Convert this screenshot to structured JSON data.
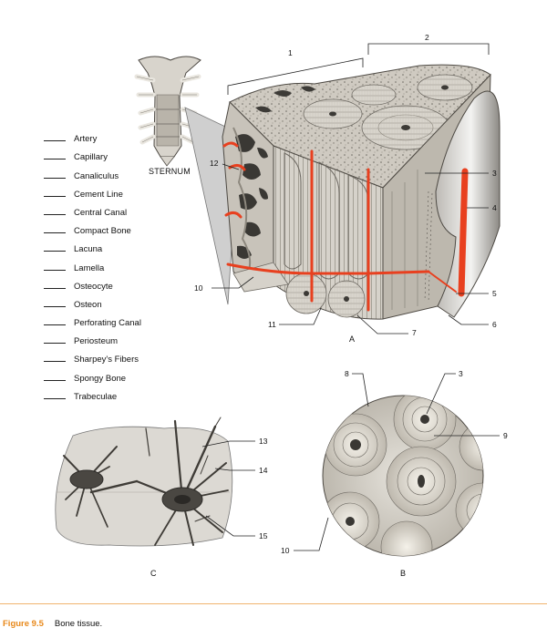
{
  "terms": [
    "Artery",
    "Capillary",
    "Canaliculus",
    "Cement Line",
    "Central Canal",
    "Compact Bone",
    "Lacuna",
    "Lamella",
    "Osteocyte",
    "Osteon",
    "Perforating Canal",
    "Periosteum",
    "Sharpey's Fibers",
    "Spongy Bone",
    "Trabeculae"
  ],
  "sternum_label": "STERNUM",
  "callouts": {
    "n1": "1",
    "n2": "2",
    "n3": "3",
    "n3b": "3",
    "n4": "4",
    "n5": "5",
    "n6": "6",
    "n7": "7",
    "n8": "8",
    "n9": "9",
    "n10": "10",
    "n10b": "10",
    "n11": "11",
    "n12": "12",
    "n13": "13",
    "n14": "14",
    "n15": "15"
  },
  "panels": {
    "a": "A",
    "b": "B",
    "c": "C"
  },
  "caption": {
    "label": "Figure 9.5",
    "text": "Bone tissue."
  },
  "colors": {
    "vessel": "#e8401f",
    "caption_accent": "#e8891b",
    "bone_light": "#e9e6df",
    "bone_mid": "#b9b4aa",
    "bone_dark": "#4d4943"
  }
}
